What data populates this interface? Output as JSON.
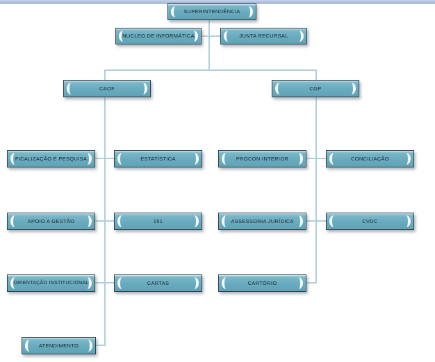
{
  "org_chart": {
    "nodes": {
      "superintendencia": {
        "label": "SUPERINTENDÊNCIA"
      },
      "nucleo_informatica": {
        "label": "NUCLEO DE INFORMÁTICA"
      },
      "junta_recursal": {
        "label": "JUNTA RECURSAL"
      },
      "caof": {
        "label": "CAOF"
      },
      "cgp": {
        "label": "CGP"
      },
      "ficalizacao_pesquisa": {
        "label": "FICALIZAÇÃO E PESQUISA"
      },
      "estatistica": {
        "label": "ESTATÍSTICA"
      },
      "procon_interior": {
        "label": "PROCON INTERIOR"
      },
      "conciliacao": {
        "label": "CONCILIAÇÃO"
      },
      "apoio_gestao": {
        "label": "APOIO A GESTÃO"
      },
      "n151": {
        "label": "151"
      },
      "assessoria_juridica": {
        "label": "ASSESSORIA JURÍDICA"
      },
      "cvdc": {
        "label": "CVDC"
      },
      "orientacao_institucional": {
        "label": "ORIENTAÇÃO INSTITUCIONAL"
      },
      "cartas": {
        "label": "CARTAS"
      },
      "cartorio": {
        "label": "CARTÓRIO"
      },
      "atendimento": {
        "label": "ATENDIMENTO"
      }
    },
    "connections": [
      "SUPERINTENDÊNCIA - NUCLEO DE INFORMÁTICA",
      "SUPERINTENDÊNCIA - JUNTA RECURSAL",
      "SUPERINTENDÊNCIA - CAOF",
      "SUPERINTENDÊNCIA - CGP",
      "CAOF - FICALIZAÇÃO E PESQUISA",
      "CAOF - ESTATÍSTICA",
      "CAOF - APOIO A GESTÃO",
      "CAOF - 151",
      "CAOF - ORIENTAÇÃO INSTITUCIONAL",
      "CAOF - CARTAS",
      "CAOF - ATENDIMENTO",
      "CGP - PROCON INTERIOR",
      "CGP - CONCILIAÇÃO",
      "CGP - ASSESSORIA JURÍDICA",
      "CGP - CVDC",
      "CGP - CARTÓRIO"
    ],
    "colors": {
      "node_fill": "#68abbe",
      "node_border": "#333c45",
      "connector": "#aecfdb",
      "top_bar": "#a9bedf",
      "text": "#16262e"
    }
  }
}
